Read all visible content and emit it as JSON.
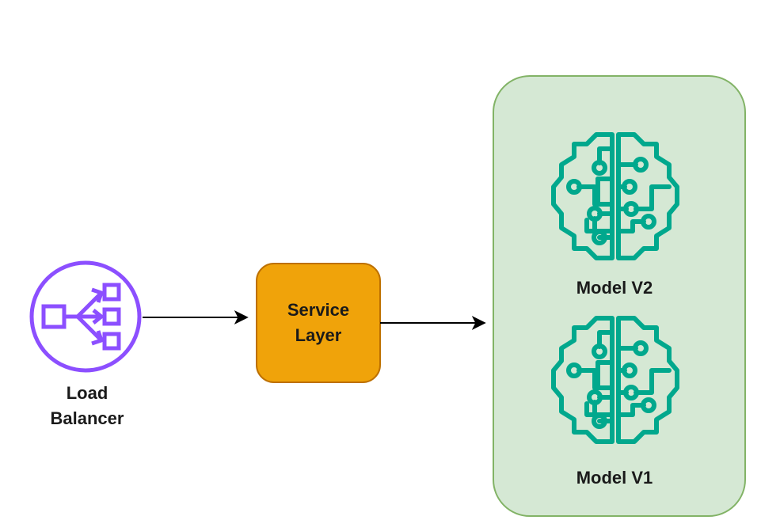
{
  "nodes": {
    "load_balancer": {
      "label_line1": "Load",
      "label_line2": "Balancer",
      "icon": "load-balancer-icon"
    },
    "service_layer": {
      "label_line1": "Service",
      "label_line2": "Layer"
    },
    "model_group": {
      "model_v2": {
        "label": "Model V2",
        "icon": "brain-circuit-icon"
      },
      "model_v1": {
        "label": "Model V1",
        "icon": "brain-circuit-icon"
      }
    }
  },
  "edges": [
    {
      "from": "load_balancer",
      "to": "service_layer"
    },
    {
      "from": "service_layer",
      "to": "model_group"
    }
  ],
  "colors": {
    "load_balancer": "#8C4FFF",
    "service_layer_fill": "#F0A30A",
    "service_layer_stroke": "#BD7000",
    "model_group_fill": "#D5E8D4",
    "model_group_stroke": "#82B366",
    "model_icon": "#01A88D"
  }
}
